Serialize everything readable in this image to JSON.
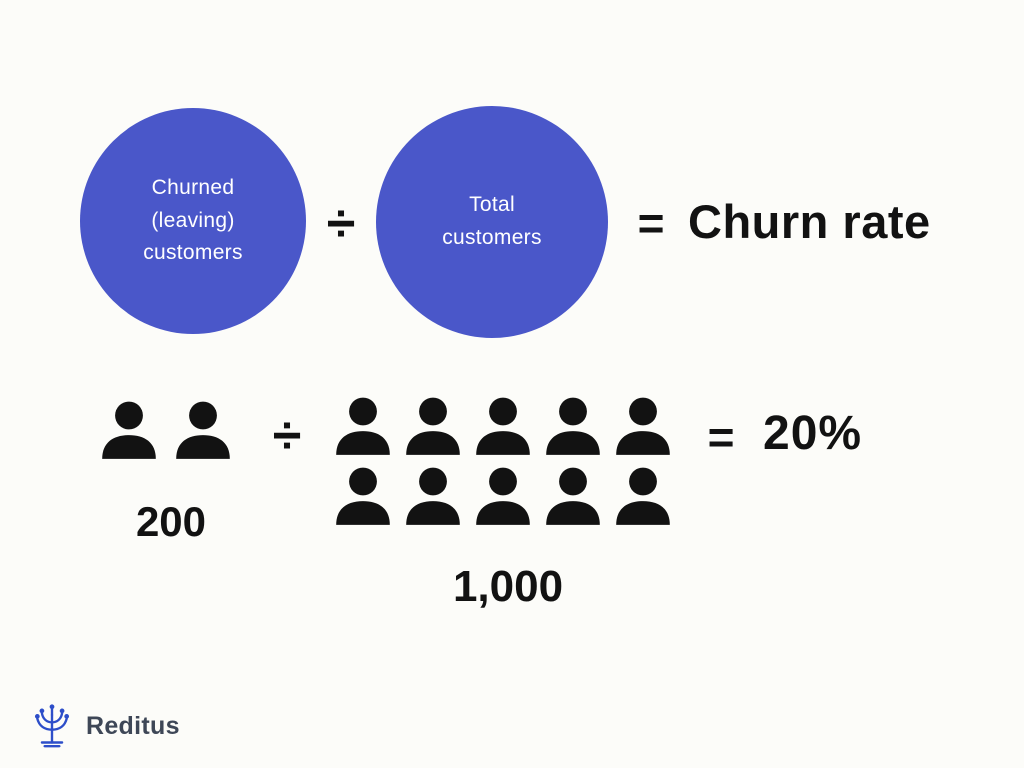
{
  "formula": {
    "numerator_lines": [
      "Churned",
      "(leaving)",
      "customers"
    ],
    "operator_divide": "÷",
    "denominator_lines": [
      "Total",
      "customers"
    ],
    "operator_equals": "=",
    "result_label": "Churn rate"
  },
  "example": {
    "churned_count": 2,
    "total_count": 10,
    "operator_divide": "÷",
    "operator_equals": "=",
    "churned_value": "200",
    "total_value": "1,000",
    "result_value": "20%"
  },
  "branding": {
    "name": "Reditus"
  },
  "colors": {
    "circle_blue": "#4a57c9",
    "ink": "#121212",
    "logo_blue": "#2d4ec9",
    "brand_text": "#3e4757",
    "bg": "#fcfcf9"
  }
}
